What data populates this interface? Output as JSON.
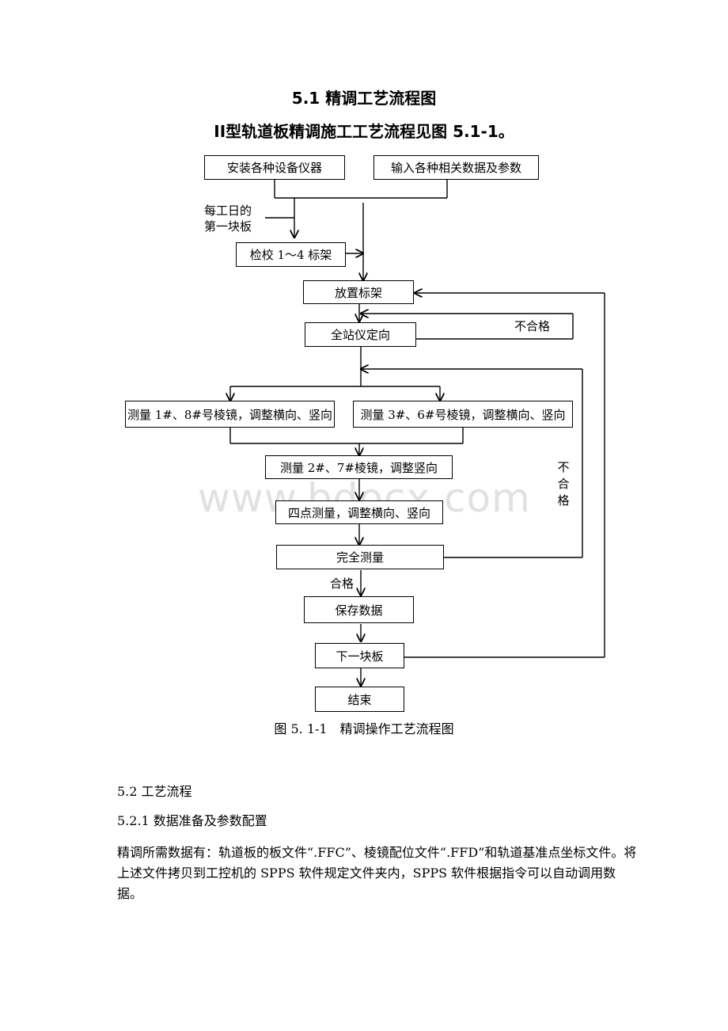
{
  "headings": {
    "section_title": "5.1 精调工艺流程图",
    "subtitle": "II型轨道板精调施工工艺流程见图 5.1-1。"
  },
  "flowchart": {
    "boxes": {
      "install": "安装各种设备仪器",
      "input": "输入各种相关数据及参数",
      "calibrate": "检校 1～4 标架",
      "place": "放置标架",
      "orient": "全站仪定向",
      "measure18": "测量 1#、8#号棱镜，调整横向、竖向",
      "measure36": "测量 3#、6#号棱镜，调整横向、竖向",
      "measure27": "测量 2#、7#棱镜，调整竖向",
      "fourpoint": "四点测量，调整横向、竖向",
      "full": "完全测量",
      "save": "保存数据",
      "next": "下一块板",
      "end": "结束"
    },
    "notes": {
      "first_board_line1": "每工日的",
      "first_board_line2": "第一块板",
      "fail_orient": "不合格",
      "fail_measure_1": "不",
      "fail_measure_2": "合",
      "fail_measure_3": "格",
      "pass": "合格"
    },
    "caption": "图 5. 1-1　精调操作工艺流程图"
  },
  "watermark": "www.bdocx.com",
  "body": {
    "section_52": "5.2 工艺流程",
    "section_521": "5.2.1 数据准备及参数配置",
    "paragraph": "精调所需数据有：轨道板的板文件“.FFC”、棱镜配位文件“.FFD”和轨道基准点坐标文件。将上述文件拷贝到工控机的 SPPS 软件规定文件夹内，SPPS 软件根据指令可以自动调用数据。"
  }
}
